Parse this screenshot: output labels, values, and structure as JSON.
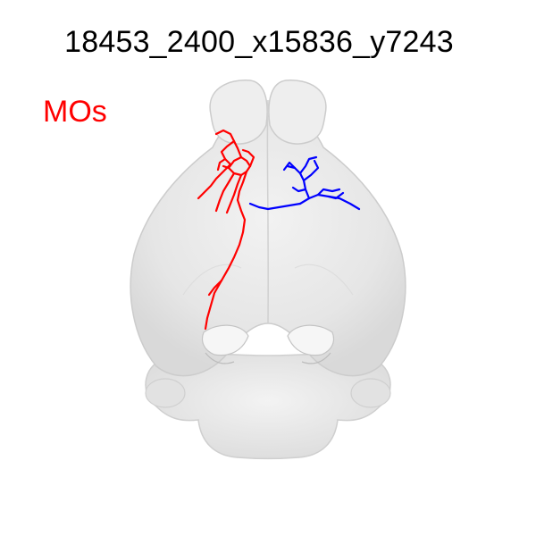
{
  "title": "18453_2400_x15836_y7243",
  "region_label": "MOs",
  "colors": {
    "region_label": "#ff0000",
    "neuron_red": "#ff0000",
    "neuron_blue": "#0000ff",
    "brain_fill": "#e6e6e6",
    "brain_edge": "#c8c8c8"
  },
  "icons": {
    "brain": "mouse-brain-dorsal-view"
  }
}
